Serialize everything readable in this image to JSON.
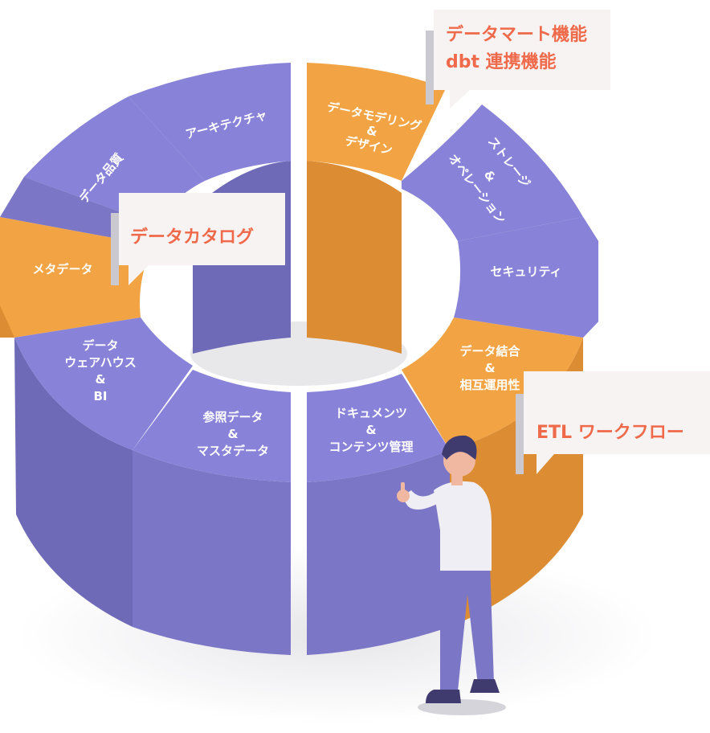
{
  "segments": {
    "architecture": "アーキテクチャ",
    "data_quality": "データ品質",
    "data_modeling": [
      "データモデリング",
      "&",
      "デザイン"
    ],
    "storage_ops": [
      "ストレージ",
      "&",
      "オペレーション"
    ],
    "security": "セキュリティ",
    "integration": [
      "データ結合",
      "&",
      "相互運用性"
    ],
    "documents": [
      "ドキュメンツ",
      "&",
      "コンテンツ管理"
    ],
    "reference": [
      "参照データ",
      "&",
      "マスタデータ"
    ],
    "warehouse": [
      "データ",
      "ウェアハウス",
      "&",
      "BI"
    ],
    "metadata": "メタデータ"
  },
  "callouts": {
    "datamart": [
      "データマート機能",
      "dbt 連携機能"
    ],
    "catalog": "データカタログ",
    "etl": "ETL ワークフロー"
  },
  "colors": {
    "purple": "#8882d8",
    "purple_side": "#6f6ab8",
    "orange": "#f2a444",
    "orange_side": "#dc8c32",
    "callout_text": "#ef6a4a",
    "hole": "#e8e8ea"
  }
}
